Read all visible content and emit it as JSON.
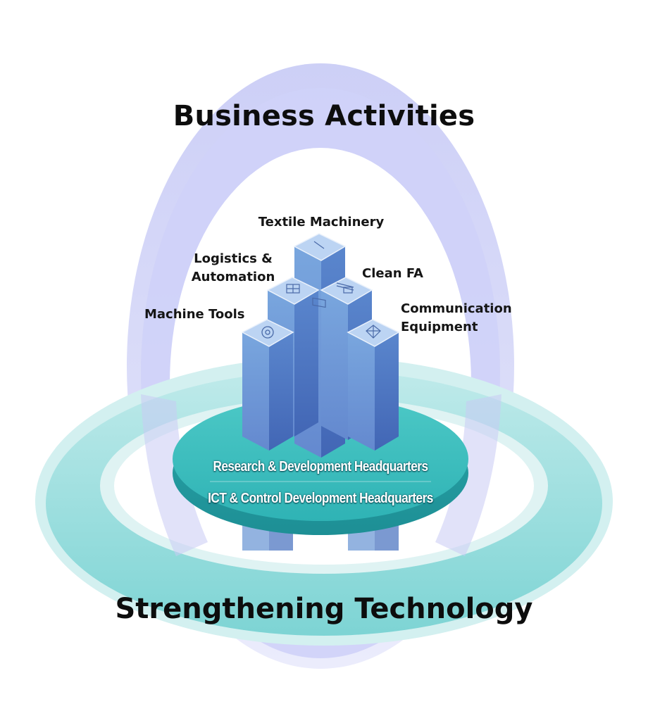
{
  "diagram": {
    "title_top": "Business Activities",
    "title_bottom": "Strengthening Technology",
    "businesses": [
      {
        "label": "Textile Machinery",
        "icon": "loom-icon"
      },
      {
        "label": "Logistics & Automation",
        "label_line1": "Logistics &",
        "label_line2": "Automation",
        "icon": "rack-icon"
      },
      {
        "label": "Clean FA",
        "icon": "wafer-icon"
      },
      {
        "label": "Machine Tools",
        "icon": "gear-icon"
      },
      {
        "label": "Communication Equipment",
        "label_line1": "Communication",
        "label_line2": "Equipment",
        "icon": "network-icon"
      }
    ],
    "headquarters": [
      "Research & Development Headquarters",
      "ICT & Control Development Headquarters"
    ]
  },
  "colors": {
    "purple_ring": "#c9cbf7",
    "teal_ring": "#7fd6d8",
    "disc": "#3fbfc0",
    "pillar_front": "#6f9ad6",
    "pillar_side": "#4f78c2",
    "pillar_top": "#b8d2f2"
  }
}
